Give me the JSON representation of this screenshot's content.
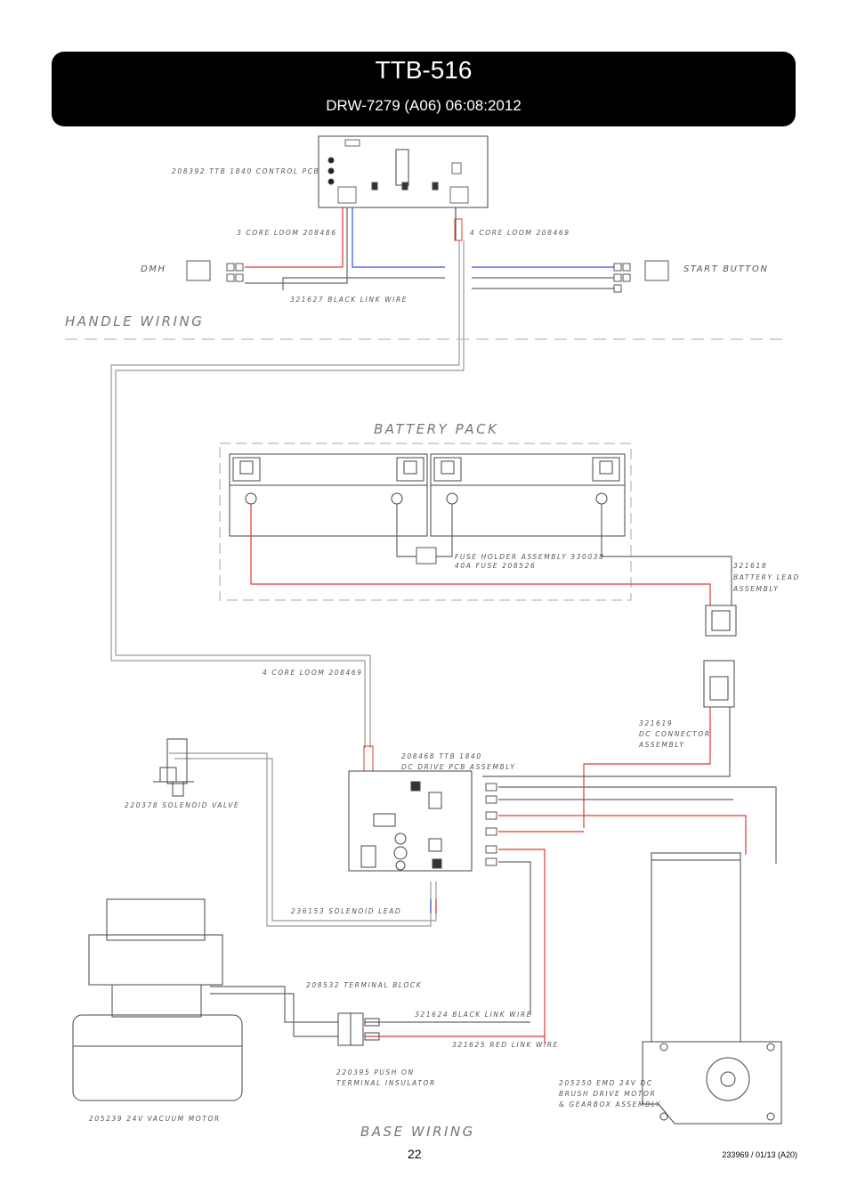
{
  "header": {
    "title": "TTB-516",
    "subtitle": "DRW-7279 (A06) 06:08:2012"
  },
  "sections": {
    "handle": "HANDLE  WIRING",
    "battery": "BATTERY  PACK",
    "base": "BASE  WIRING"
  },
  "labels": {
    "control_pcb": "208392  TTB  1840  CONTROL  PCB",
    "core3": "3  CORE  LOOM  208486",
    "core4_top": "4  CORE  LOOM  208469",
    "dmh": "DMH",
    "start_button": "START  BUTTON",
    "black_link_top": "321627  BLACK  LINK  WIRE",
    "fuse1": "FUSE  HOLDER  ASSEMBLY  330038",
    "fuse2": "40A  FUSE  208526",
    "battery_lead1": "321618",
    "battery_lead2": "BATTERY  LEAD",
    "battery_lead3": "ASSEMBLY",
    "core4_base": "4  CORE  LOOM  208469",
    "dc_conn1": "321619",
    "dc_conn2": "DC  CONNECTOR",
    "dc_conn3": "ASSEMBLY",
    "drive_pcb1": "208468  TTB  1840",
    "drive_pcb2": "DC  DRIVE  PCB  ASSEMBLY",
    "solenoid_valve": "220378  SOLENOID  VALVE",
    "solenoid_lead": "236153  SOLENOID  LEAD",
    "terminal_block": "208532  TERMINAL  BLOCK",
    "black_link_base": "321624  BLACK  LINK  WIRE",
    "red_link_base": "321625  RED  LINK  WIRE",
    "insulator1": "220395  PUSH  ON",
    "insulator2": "TERMINAL  INSULATOR",
    "motor1": "205250  EMD  24V  DC",
    "motor2": "BRUSH  DRIVE  MOTOR",
    "motor3": "&  GEARBOX  ASSEMBLY",
    "vacuum_motor": "205239  24V  VACUUM  MOTOR"
  },
  "footer": {
    "page_number": "22",
    "doc_code": "233969 / 01/13 (A20)"
  },
  "colors": {
    "red_wire": "#e03a2e",
    "blue_wire": "#3a4fd8",
    "grey_wire": "#777777",
    "start_button_text": "#e8e07a"
  }
}
